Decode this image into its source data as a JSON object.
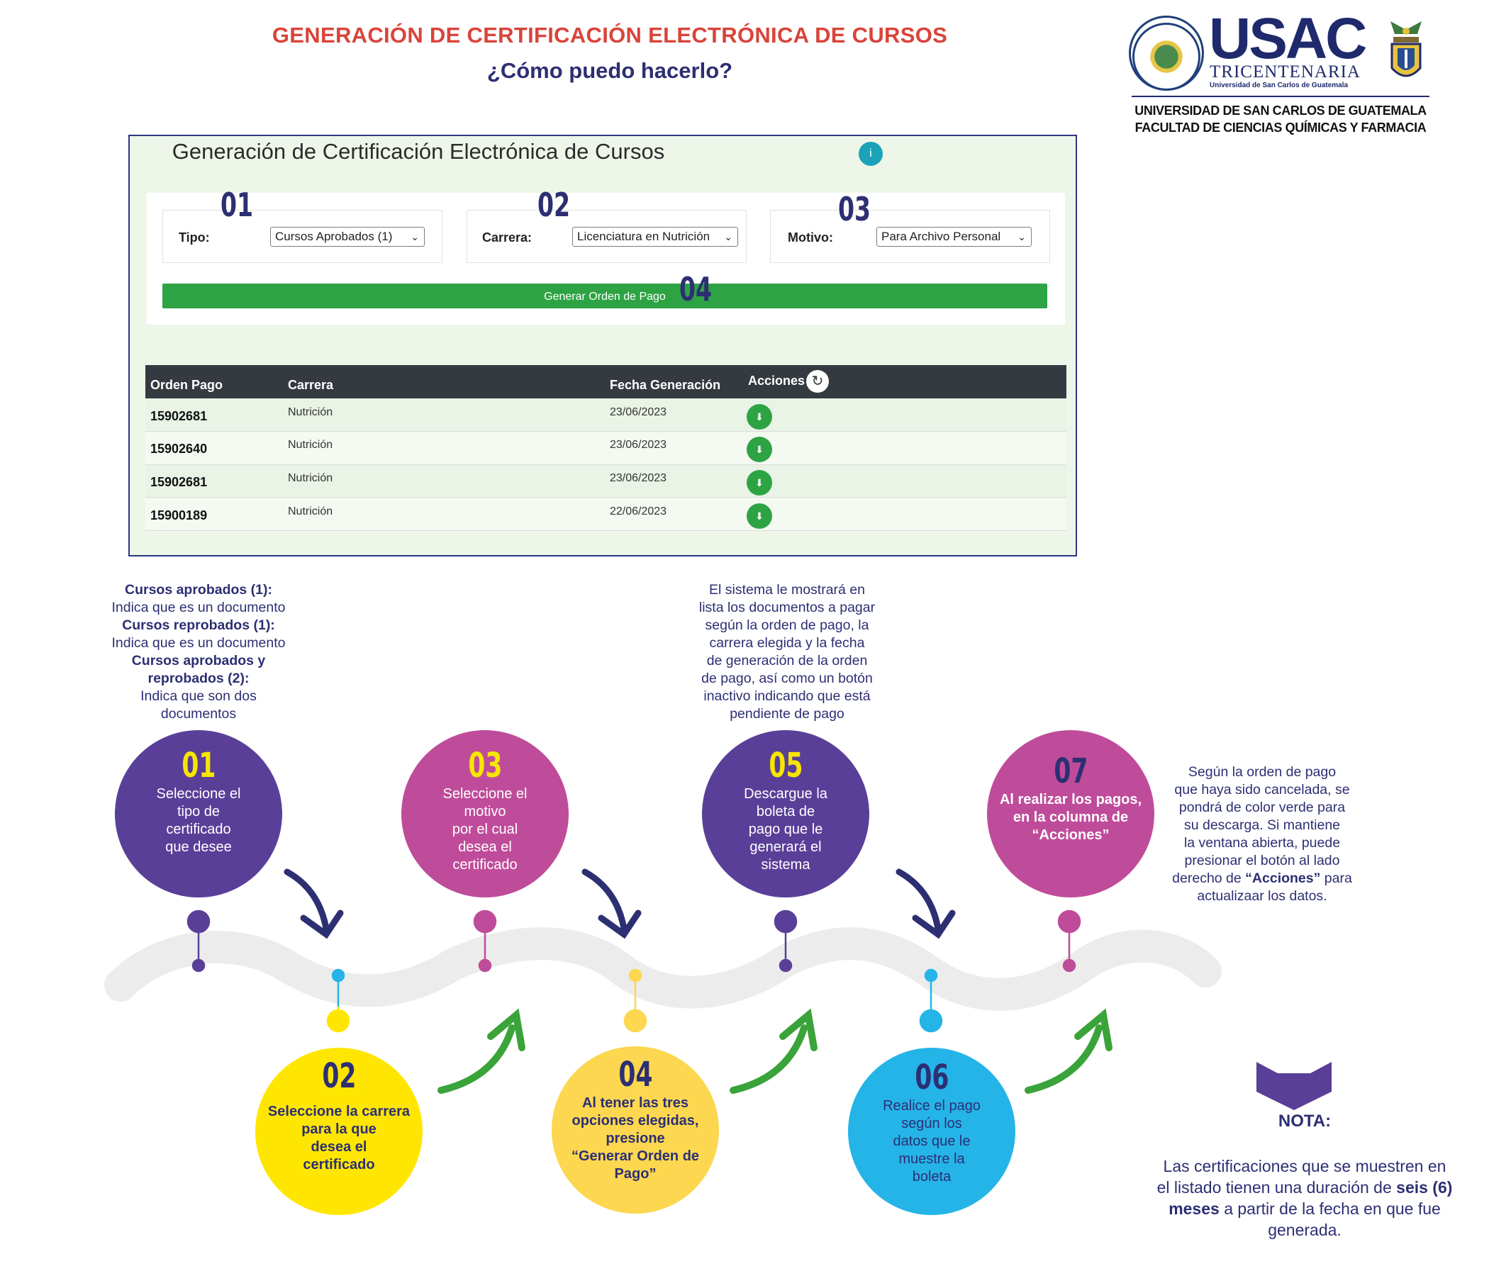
{
  "header": {
    "title": "GENERACIÓN DE CERTIFICACIÓN ELECTRÓNICA DE CURSOS",
    "subtitle": "¿Cómo puedo hacerlo?"
  },
  "logo": {
    "usac": "USAC",
    "tricentenaria": "TRICENTENARIA",
    "univ_small": "Universidad de San Carlos de Guatemala",
    "university": "UNIVERSIDAD DE SAN CARLOS DE GUATEMALA",
    "faculty": "FACULTAD DE CIENCIAS QUÍMICAS Y FARMACIA"
  },
  "screen": {
    "title": "Generación de Certificación Electrónica de Cursos",
    "info_glyph": "i",
    "fields": [
      {
        "step": "01",
        "label": "Tipo:",
        "value": "Cursos Aprobados (1)"
      },
      {
        "step": "02",
        "label": "Carrera:",
        "value": "Licenciatura en Nutrición"
      },
      {
        "step": "03",
        "label": "Motivo:",
        "value": "Para Archivo Personal"
      }
    ],
    "button": {
      "label": "Generar Orden de Pago",
      "step": "04"
    },
    "table": {
      "headers": [
        "Orden Pago",
        "Carrera",
        "Fecha Generación",
        "Acciones"
      ],
      "rows": [
        {
          "order": "15902681",
          "career": "Nutrición",
          "date": "23/06/2023"
        },
        {
          "order": "15902640",
          "career": "Nutrición",
          "date": "23/06/2023"
        },
        {
          "order": "15902681",
          "career": "Nutrición",
          "date": "23/06/2023"
        },
        {
          "order": "15900189",
          "career": "Nutrición",
          "date": "22/06/2023"
        }
      ]
    }
  },
  "note_left": {
    "t1": "Cursos aprobados (1):",
    "d1": "Indica que es un documento",
    "t2": "Cursos reprobados (1):",
    "d2": "Indica que es un documento",
    "t3a": "Cursos aprobados y",
    "t3b": "reprobados (2):",
    "d3a": "Indica que son dos",
    "d3b": "documentos"
  },
  "note_mid": [
    "El sistema le mostrará en",
    "lista los documentos a pagar",
    "según la orden de pago, la",
    "carrera elegida  y la fecha",
    "de generación de la orden",
    "de pago, así como un botón",
    "inactivo indicando que está",
    "pendiente de pago"
  ],
  "note_right": {
    "lines": [
      "Según la orden de pago",
      "que haya sido cancelada, se",
      "pondrá de color verde para",
      "su descarga. Si mantiene",
      "la ventana abierta, puede",
      "presionar el botón al lado"
    ],
    "last_pre": "derecho de ",
    "last_bold": "“Acciones”",
    "last_post": " para",
    "final": "actualizaar los datos."
  },
  "steps": [
    {
      "num": "01",
      "text": [
        "Seleccione el",
        "tipo de",
        "certificado",
        "que desee"
      ],
      "color": "#5a3f98",
      "num_color": "#f7e600"
    },
    {
      "num": "02",
      "text": [
        "Seleccione la carrera",
        "para la que",
        "desea el",
        "certificado"
      ],
      "color": "#ffe600",
      "num_color": "#2d2f73"
    },
    {
      "num": "03",
      "text": [
        "Seleccione el",
        "motivo",
        "por el cual",
        "desea el",
        "certificado"
      ],
      "color": "#bf4c9a",
      "num_color": "#f7e600"
    },
    {
      "num": "04",
      "text": [
        "Al tener las tres",
        "opciones elegidas,",
        "presione",
        "“Generar Orden de",
        "Pago”"
      ],
      "color": "#fcd74f",
      "num_color": "#2d2f73"
    },
    {
      "num": "05",
      "text": [
        "Descargue la",
        "boleta de",
        "pago que le",
        "generará el",
        "sistema"
      ],
      "color": "#5a3f98",
      "num_color": "#f7e600"
    },
    {
      "num": "06",
      "text": [
        "Realice el pago",
        "según los",
        "datos que le",
        "muestre la",
        "boleta"
      ],
      "color": "#24b4e8",
      "num_color": "#2d2f73"
    },
    {
      "num": "07",
      "text": [
        "Al realizar los pagos,",
        "en la columna de",
        "“Acciones”"
      ],
      "color": "#bf4c9a",
      "num_color": "#2d2f73"
    }
  ],
  "nota": {
    "title": "NOTA:",
    "pre": "Las certificaciones que se muestren en el listado tienen una duración de ",
    "bold": "seis (6) meses",
    "post": " a partir de la fecha en que fue generada."
  }
}
